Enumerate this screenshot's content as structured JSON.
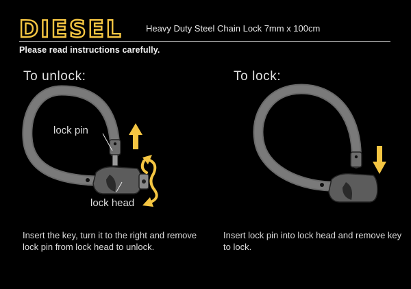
{
  "header": {
    "brand": "DIESEL",
    "product_title": "Heavy Duty Steel Chain Lock 7mm x 100cm",
    "notice": "Please read instructions carefully."
  },
  "unlock": {
    "heading": "To unlock:",
    "lock_pin_label": "lock pin",
    "lock_head_label": "lock head",
    "instructions": "Insert the key, turn it to the right and remove lock pin from lock head to unlock."
  },
  "lock": {
    "heading": "To lock:",
    "instructions": "Insert lock pin into lock head and remove key to lock."
  },
  "colors": {
    "background": "#000000",
    "accent": "#f4c542",
    "cable": "#666666",
    "text": "#e0e0e0"
  }
}
